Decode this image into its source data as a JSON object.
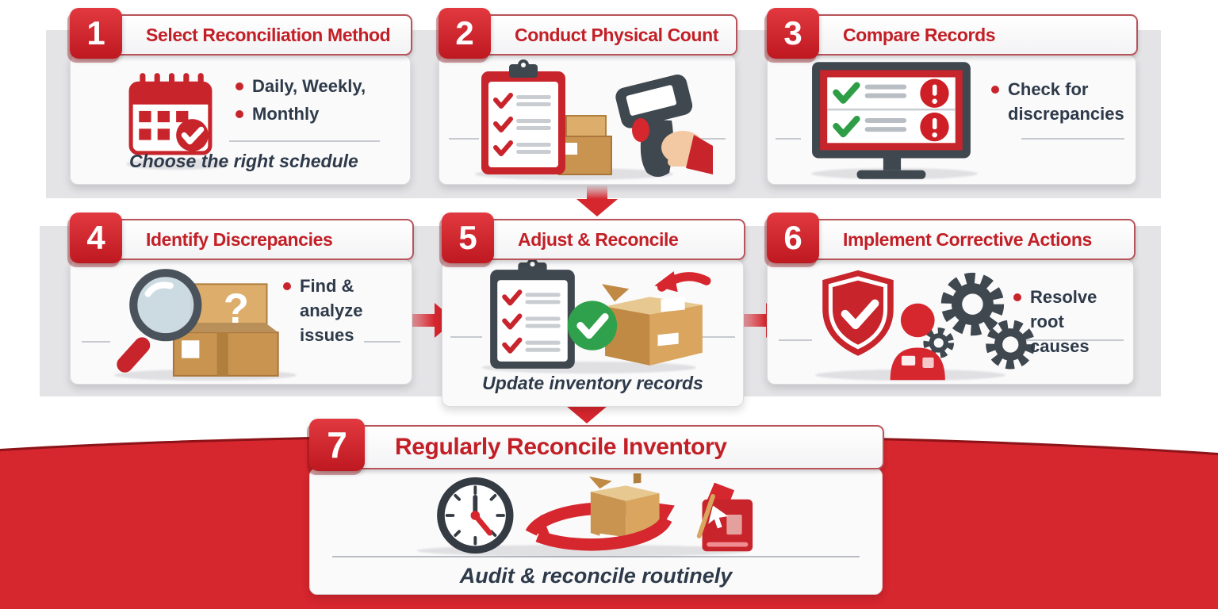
{
  "palette": {
    "accent_red": "#d6262e",
    "badge_red_dark": "#be1820",
    "title_red": "#c21f26",
    "text_navy": "#2e3a49",
    "band_gray": "#e4e4e7",
    "panel_bg": "#fafafb",
    "check_green": "#2e9e46",
    "box_tan": "#d9a55f",
    "slate_gray": "#3f474f"
  },
  "steps": [
    {
      "number": "1",
      "title": "Select Reconciliation Method",
      "bullets": [
        "Daily, Weekly,",
        "Monthly"
      ],
      "caption": "Choose the right schedule",
      "icons": [
        "calendar-icon"
      ]
    },
    {
      "number": "2",
      "title": "Conduct Physical Count",
      "icons": [
        "checklist-clipboard-icon",
        "boxes-icon",
        "barcode-scanner-icon",
        "hand-icon"
      ]
    },
    {
      "number": "3",
      "title": "Compare Records",
      "bullets": [
        "Check for discrepancies"
      ],
      "icons": [
        "monitor-icon",
        "check-icon",
        "alert-icon"
      ]
    },
    {
      "number": "4",
      "title": "Identify Discrepancies",
      "bullets": [
        "Find & analyze issues"
      ],
      "icons": [
        "magnifier-icon",
        "question-box-icon",
        "boxes-icon"
      ]
    },
    {
      "number": "5",
      "title": "Adjust & Reconcile",
      "caption": "Update inventory records",
      "icons": [
        "checklist-clipboard-icon",
        "green-check-icon",
        "box-icon",
        "curved-arrow-icon"
      ]
    },
    {
      "number": "6",
      "title": "Implement Corrective Actions",
      "bullets": [
        "Resolve root causes"
      ],
      "icons": [
        "shield-check-icon",
        "person-icon",
        "gears-icon"
      ]
    },
    {
      "number": "7",
      "title": "Regularly Reconcile Inventory",
      "caption": "Audit & reconcile routinely",
      "icons": [
        "clock-icon",
        "cycle-arrows-icon",
        "box-icon",
        "red-document-icon"
      ]
    }
  ]
}
